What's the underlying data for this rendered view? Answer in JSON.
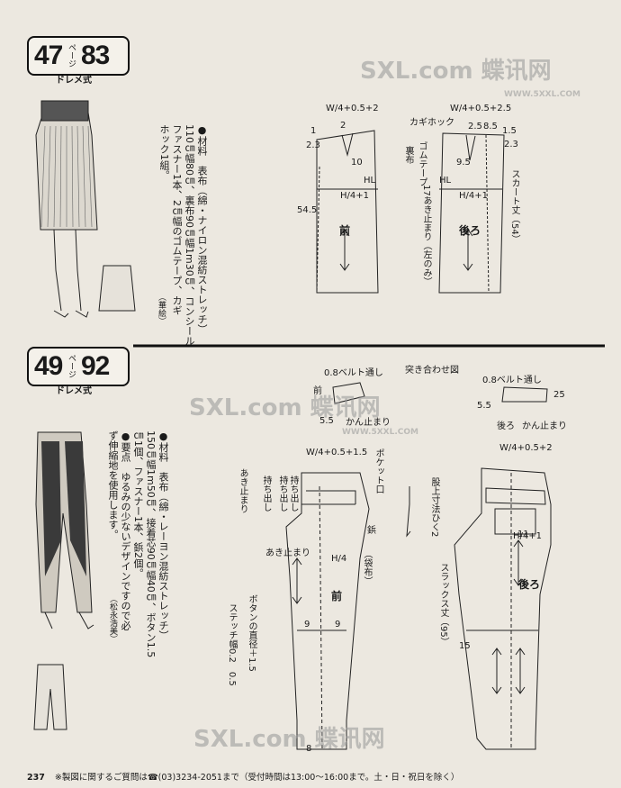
{
  "section1": {
    "number": "47",
    "page_label": "ページ",
    "page_number": "83",
    "style": "ドレメ式",
    "materials": "●材料　表布（綿・ナイロン混紡ストレッチ）\n110㎝幅80㎝、裏布90㎝幅1m30㎝、コンシール\nファスナー1本、2㎝幅のゴムテープ、カギ\nホック1組。",
    "credit": "（華絵）",
    "labels": {
      "waist_front": "W/4+0.5+2",
      "waist_back": "W/4+0.5+2.5",
      "hook": "カギホック",
      "hl1": "HL",
      "hl2": "HL",
      "h1": "H/4+1",
      "h2": "H/4+1",
      "front": "前",
      "back": "後ろ",
      "rubber": "ゴムテープ",
      "lining": "裏布",
      "opening": "17あき止まり（左のみ）",
      "skirt_length": "スカート丈（54）",
      "m545": "54.5",
      "m10": "10",
      "m2": "2",
      "m23": "2.3",
      "m1": "1",
      "m25": "2.5",
      "m85": "8.5",
      "m15": "1.5",
      "m95": "9.5",
      "m23b": "2.3"
    }
  },
  "section2": {
    "number": "49",
    "page_label": "ページ",
    "page_number": "92",
    "style": "ドレメ式",
    "materials": "●材料　表布（綿・レーヨン混紡ストレッチ）\n150㎝幅1m50㎝、接着芯90㎝幅40㎝、ボタン1.5\n㎝1個、ファスナー1本、鋲2個。\n●要点　ゆるみの少ないデザインですので必\nず伸縮地を使用します。",
    "credit": "（松永浩美）",
    "labels": {
      "belt_loop1": "0.8ベルト通し",
      "belt_loop2": "0.8ベルト通し",
      "joined": "突き合わせ図",
      "front_s": "前",
      "back_s": "後ろ",
      "bartack1": "かん止まり",
      "bartack2": "かん止まり",
      "m55a": "5.5",
      "m55b": "5.5",
      "m25a": "25",
      "waist_front": "W/4+0.5+1.5",
      "waist_back": "W/4+0.5+2",
      "pocket": "ポケット口",
      "rivet": "鋲",
      "fly1": "持ち出し",
      "fly2": "持ち出し",
      "fly3": "持ち出し",
      "opening1": "あき止まり",
      "opening2": "あき止まり",
      "bag": "（袋布）",
      "h_front": "H/4",
      "h_back": "H/4+1",
      "front": "前",
      "back": "後ろ",
      "crotch": "股上寸法ひく2",
      "length": "スラックス丈（95）",
      "button": "ボタンの直径＋1.5",
      "stitch": "ステッチ幅0.2　0.5",
      "m15": "15",
      "m9a": "9",
      "m9b": "9",
      "m8": "8",
      "m11": "11"
    }
  },
  "watermark": {
    "brand": "SXL.com 蝶讯网",
    "url": "WWW.5XXL.COM",
    "url2": "WWW.5XXL.COM"
  },
  "footer": {
    "page": "237",
    "note": "※製図に関するご質問は☎(03)3234-2051まで（受付時間は13:00〜16:00まで。土・日・祝日を除く）"
  }
}
